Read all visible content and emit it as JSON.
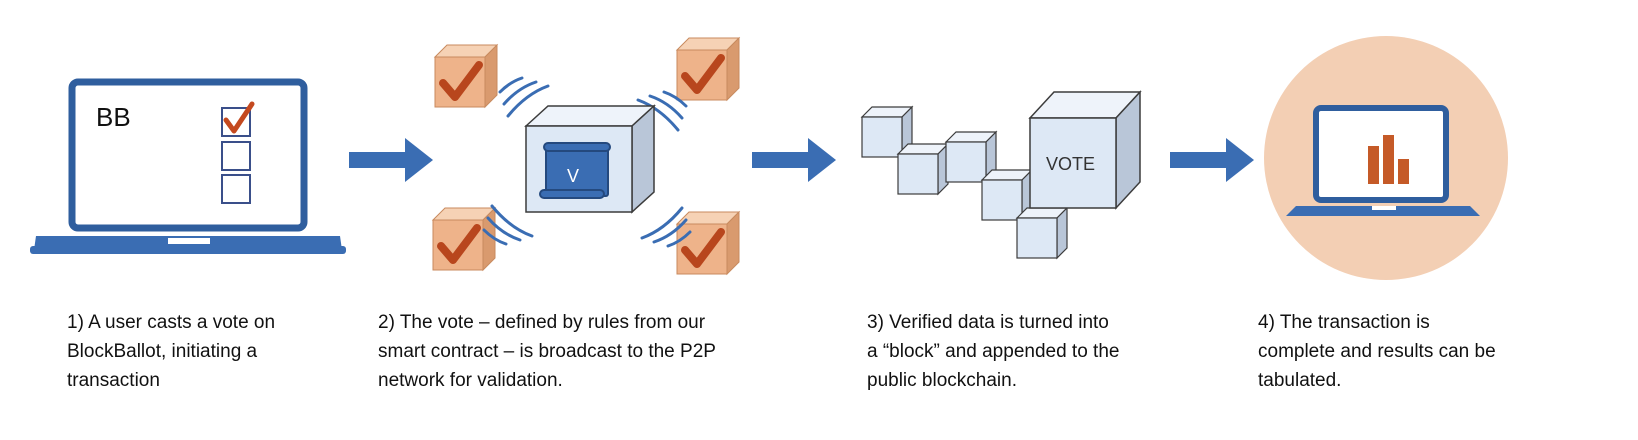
{
  "colors": {
    "blue": "#3a6db3",
    "screen_border": "#2f5e9e",
    "light_box": "#dde8f5",
    "orange_check": "#c4491f",
    "orange_box": "#eeb38a",
    "peach_circle": "#f3cfb4",
    "bar": "#c55a28"
  },
  "step1": {
    "screen_label": "BB",
    "icon": "laptop-ballot-icon",
    "caption": [
      "1) A user casts a vote on",
      "BlockBallot, initiating a",
      "transaction"
    ]
  },
  "step2": {
    "scroll_label": "V",
    "icon": "broadcast-p2p-icon",
    "caption": [
      "2) The vote – defined by rules from our",
      "smart contract – is broadcast to the P2P",
      "network for validation."
    ]
  },
  "step3": {
    "block_label": "VOTE",
    "icon": "blockchain-icon",
    "caption": [
      "3) Verified data is turned into",
      "a “block” and appended to the",
      "public blockchain."
    ]
  },
  "step4": {
    "icon": "laptop-results-icon",
    "caption": [
      "4) The transaction is",
      "complete and results can be",
      "tabulated."
    ]
  }
}
